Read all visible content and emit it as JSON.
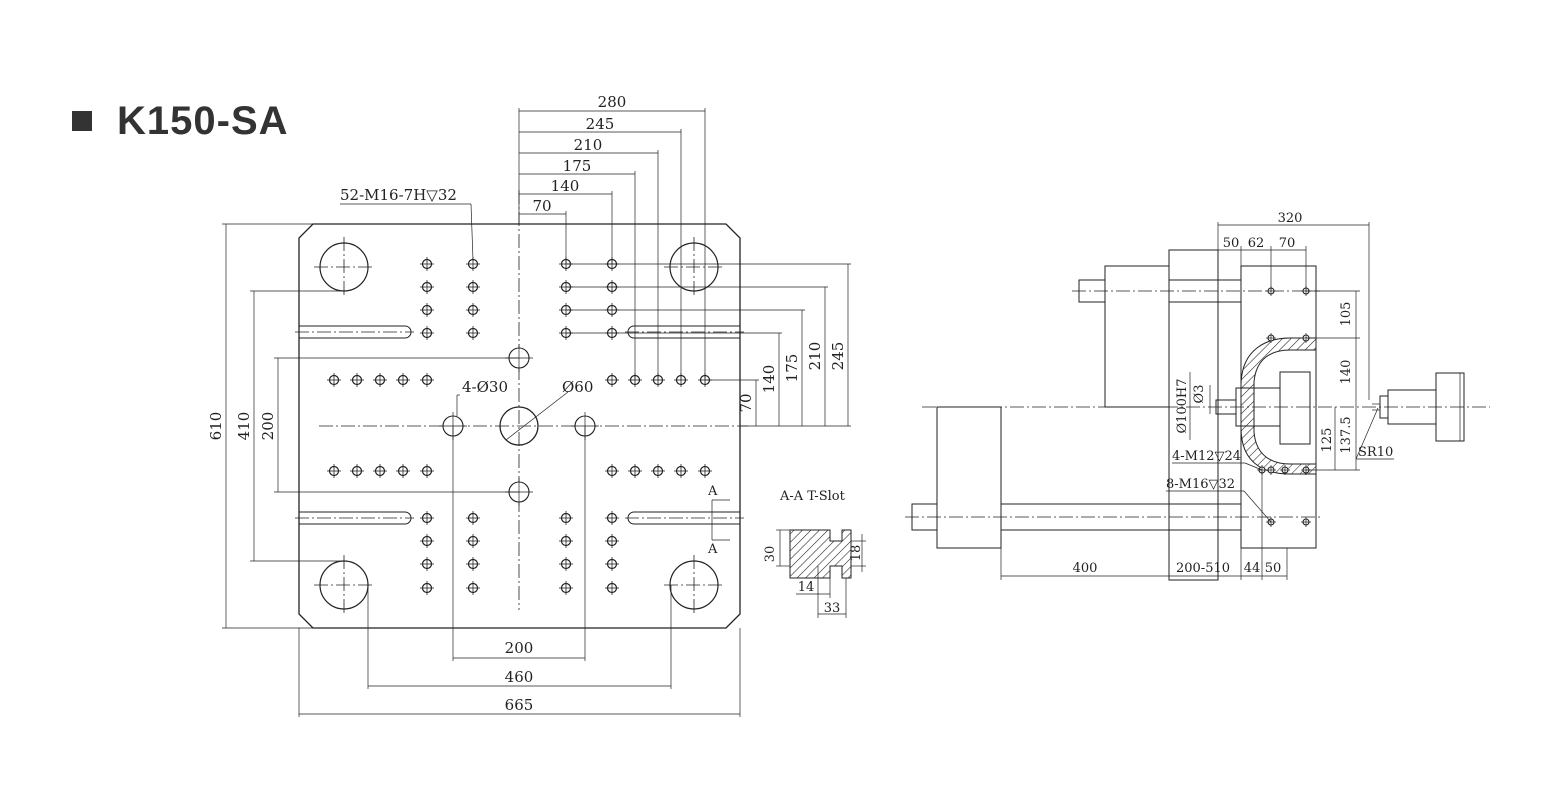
{
  "title": "K150-SA",
  "colors": {
    "title": "#333333",
    "lines": "#222222",
    "background": "#ffffff"
  },
  "platen": {
    "dims_top": [
      "280",
      "245",
      "210",
      "175",
      "140",
      "70"
    ],
    "dims_right": [
      "245",
      "210",
      "175",
      "140",
      "70"
    ],
    "dims_left": [
      "610",
      "410",
      "200"
    ],
    "dims_bottom": [
      "200",
      "460",
      "665"
    ],
    "holes_note": "52-M16-7H",
    "holes_depth": "32",
    "center_holes": "4-Ø30",
    "center_bore": "Ø60"
  },
  "section": {
    "marker": "A",
    "title": "A-A T-Slot",
    "dims": [
      "30",
      "18",
      "14",
      "33"
    ]
  },
  "side_view": {
    "top": [
      "320",
      "50",
      "62",
      "70"
    ],
    "right": [
      "105",
      "140",
      "125",
      "137.5"
    ],
    "bore": "Ø100H7",
    "bore_small": "Ø3",
    "threads_1_note": "4-M12",
    "threads_1_depth": "24",
    "threads_2_note": "8-M16",
    "threads_2_depth": "32",
    "sr": "SR10",
    "bottom": [
      "400",
      "200-510",
      "44",
      "50"
    ]
  }
}
